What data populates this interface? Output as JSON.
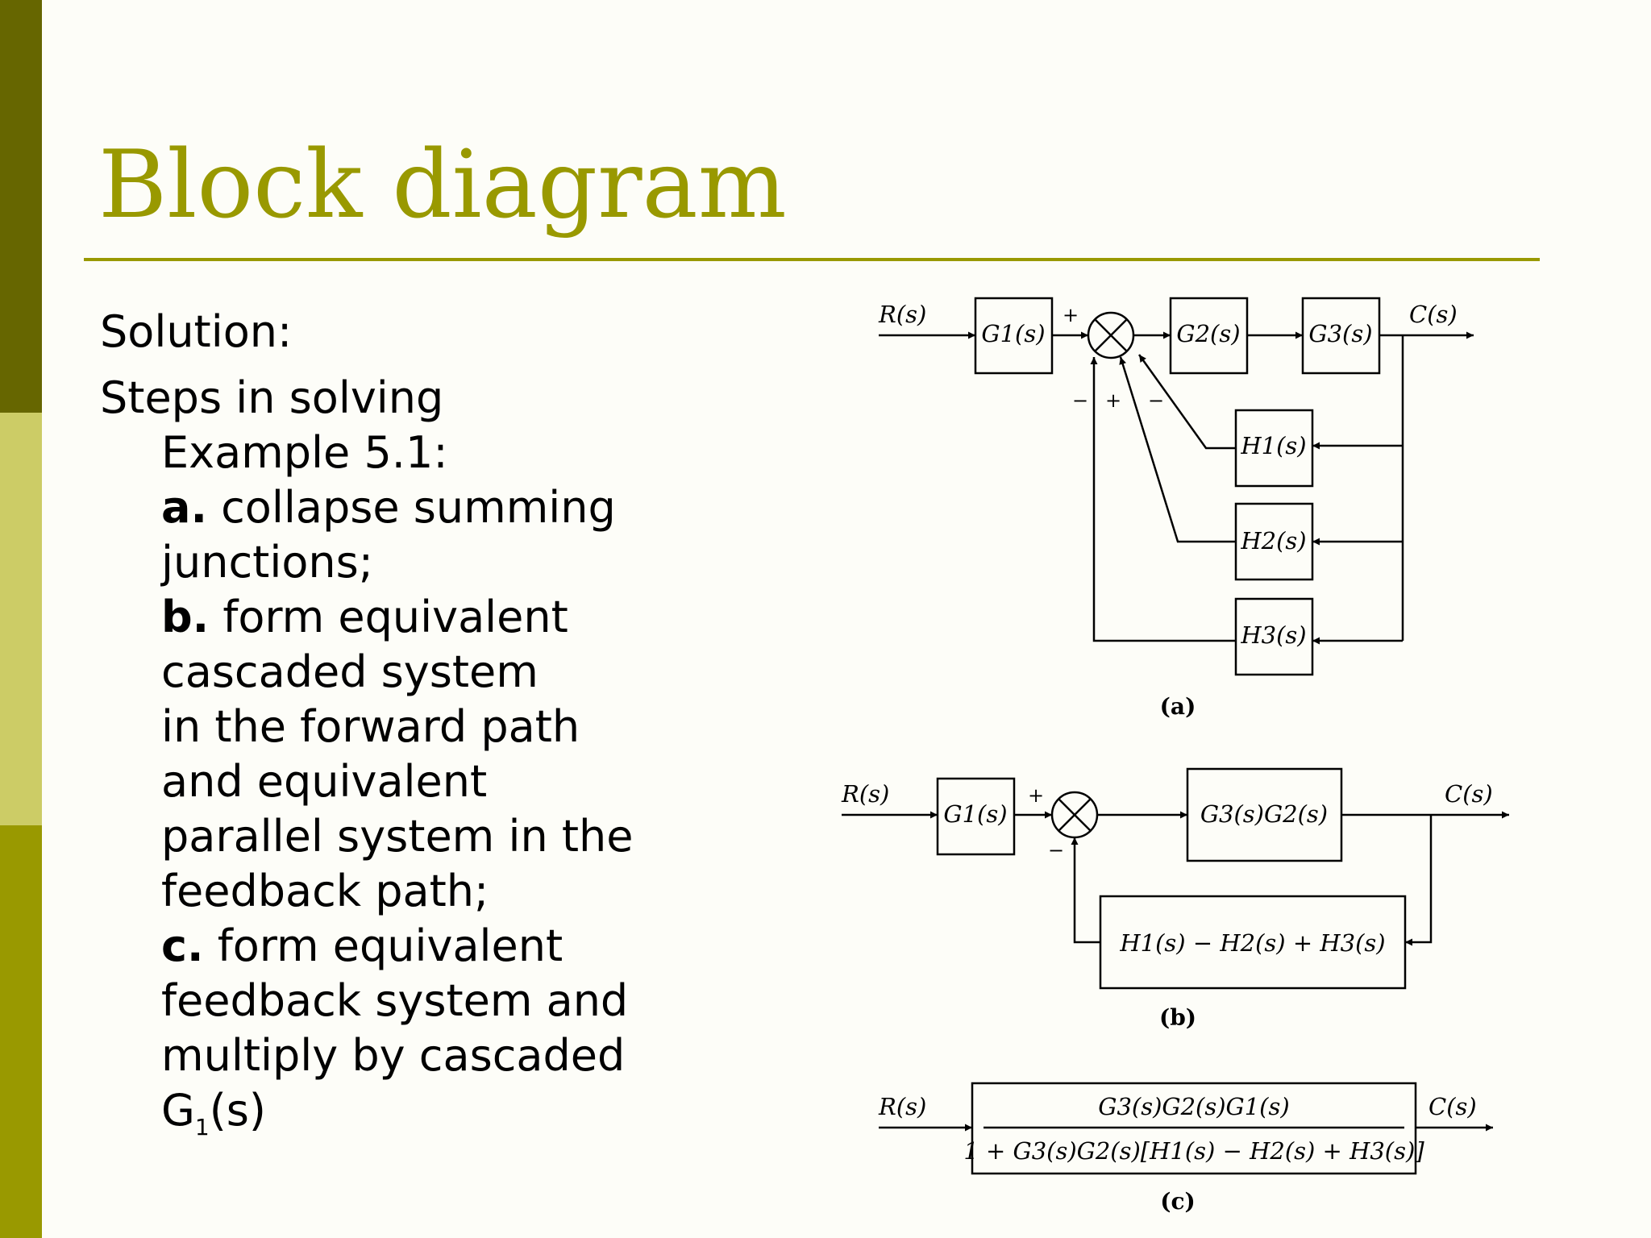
{
  "slide": {
    "title": "Block diagram",
    "text": {
      "solution": "Solution:",
      "steps_intro": "Steps in solving",
      "example": "Example 5.1:",
      "a_label": "a.",
      "a_1": " collapse summing",
      "a_2": "junctions;",
      "b_label": "b.",
      "b_1": " form equivalent",
      "b_2": "cascaded system",
      "b_3": "in the forward path",
      "b_4": "and equivalent",
      "b_5": "parallel system in the",
      "b_6": "feedback path;",
      "c_label": "c.",
      "c_1": " form equivalent",
      "c_2": "feedback system and",
      "c_3": "multiply by cascaded",
      "g_main": "G",
      "g_sub": "1",
      "g_tail": "(s)"
    }
  },
  "diagram_a": {
    "input": "R(s)",
    "output": "C(s)",
    "g1": "G1(s)",
    "g2": "G2(s)",
    "g3": "G3(s)",
    "h1": "H1(s)",
    "h2": "H2(s)",
    "h3": "H3(s)",
    "sign_plus_top": "+",
    "sign_minus_1": "−",
    "sign_plus_2": "+",
    "sign_minus_3": "−",
    "caption": "(a)"
  },
  "diagram_b": {
    "input": "R(s)",
    "output": "C(s)",
    "g1": "G1(s)",
    "forward": "G3(s)G2(s)",
    "feedback": "H1(s) − H2(s) + H3(s)",
    "sign_plus": "+",
    "sign_minus": "−",
    "caption": "(b)"
  },
  "diagram_c": {
    "input": "R(s)",
    "output": "C(s)",
    "numerator": "G3(s)G2(s)G1(s)",
    "denominator": "1 + G3(s)G2(s)[H1(s) − H2(s) + H3(s)]",
    "caption": "(c)"
  }
}
